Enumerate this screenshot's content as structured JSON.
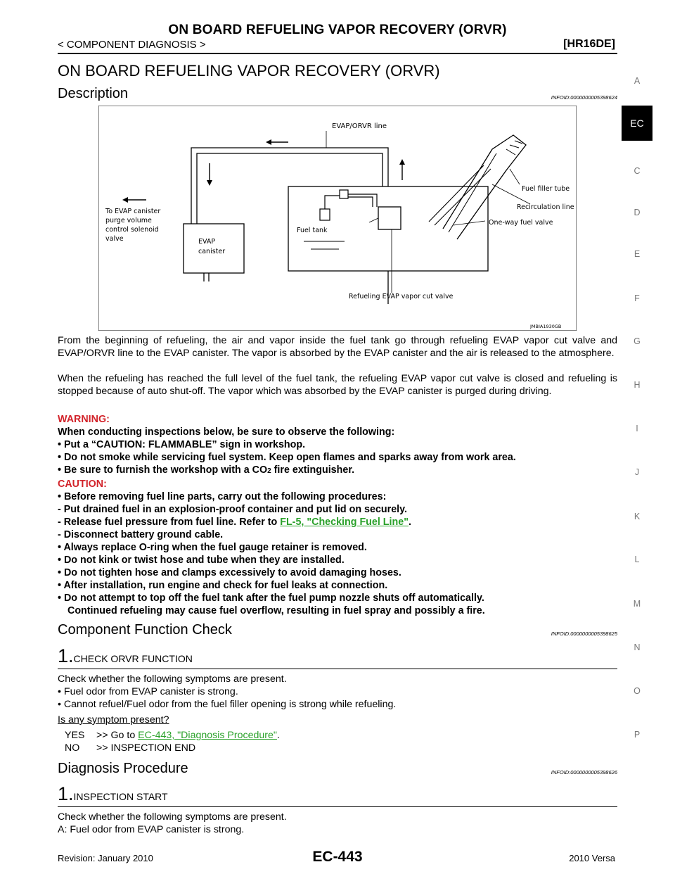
{
  "header": {
    "title": "ON BOARD REFUELING VAPOR RECOVERY (ORVR)",
    "subtitle": "< COMPONENT DIAGNOSIS >",
    "engine": "[HR16DE]"
  },
  "page_title": "ON BOARD REFUELING VAPOR RECOVERY (ORVR)",
  "description": {
    "heading": "Description",
    "infoid": "INFOID:0000000005398624",
    "paragraph1": "From the beginning of refueling, the air and vapor inside the fuel tank go through refueling EVAP vapor cut valve and EVAP/ORVR line to the EVAP canister. The vapor is absorbed by the EVAP canister and the air is released to the atmosphere.",
    "paragraph2": "When the refueling has reached the full level of the fuel tank, the refueling EVAP vapor cut valve is closed and refueling is stopped because of auto shut-off. The vapor which was absorbed by the EVAP canister is purged during driving."
  },
  "diagram": {
    "labels": {
      "evap_orvr_line": "EVAP/ORVR line",
      "fuel_filler_tube": "Fuel filler tube",
      "recirculation_line": "Recirculation line",
      "one_way_fuel_valve": "One-way fuel valve",
      "to_evap_1": "To EVAP canister",
      "to_evap_2": "purge volume",
      "to_evap_3": "control solenoid",
      "to_evap_4": "valve",
      "fuel_tank": "Fuel tank",
      "evap_canister_1": "EVAP",
      "evap_canister_2": "canister",
      "refueling_valve": "Refueling EVAP vapor cut valve",
      "figure_id": "JMBIA1930GB"
    }
  },
  "warning": {
    "label": "WARNING:",
    "intro": "When conducting inspections below, be sure to observe the following:",
    "items": [
      "• Put a “CAUTION: FLAMMABLE” sign in workshop.",
      "• Do not smoke while servicing fuel system. Keep open flames and sparks away from work area.",
      "• Be sure to furnish the workshop with a CO",
      "2",
      " fire extinguisher."
    ]
  },
  "caution": {
    "label": "CAUTION:",
    "items": [
      "• Before removing fuel line parts, carry out the following procedures:",
      "- Put drained fuel in an explosion-proof container and put lid on securely.",
      "- Release fuel pressure from fuel line. Refer to ",
      "FL-5, \"Checking Fuel Line\"",
      ".",
      "- Disconnect battery ground cable.",
      "• Always replace O-ring when the fuel gauge retainer is removed.",
      "• Do not kink or twist hose and tube when they are installed.",
      "• Do not tighten hose and clamps excessively to avoid damaging hoses.",
      "• After installation, run engine and check for fuel leaks at connection.",
      "• Do not attempt to top off the fuel tank after the fuel pump nozzle shuts off automatically.",
      "Continued refueling may cause fuel overflow, resulting in fuel spray and possibly a fire."
    ]
  },
  "cfc": {
    "heading": "Component Function Check",
    "infoid": "INFOID:0000000005398625",
    "step_num": "1.",
    "step_label": "CHECK ORVR FUNCTION",
    "intro": "Check whether the following symptoms are present.",
    "b1": "• Fuel odor from EVAP canister is strong.",
    "b2": "• Cannot refuel/Fuel odor from the fuel filler opening is strong while refueling.",
    "question": "Is any symptom present?",
    "yes_label": "YES",
    "yes_text": ">> Go to ",
    "yes_link": "EC-443, \"Diagnosis Procedure\"",
    "yes_end": ".",
    "no_label": "NO",
    "no_text": ">> INSPECTION END"
  },
  "dp": {
    "heading": "Diagnosis Procedure",
    "infoid": "INFOID:0000000005398626",
    "step_num": "1.",
    "step_label": "INSPECTION START",
    "intro": "Check whether the following symptoms are present.",
    "a": "A: Fuel odor from EVAP canister is strong."
  },
  "tabs": [
    "A",
    "EC",
    "C",
    "D",
    "E",
    "F",
    "G",
    "H",
    "I",
    "J",
    "K",
    "L",
    "M",
    "N",
    "O",
    "P"
  ],
  "footer": {
    "revision": "Revision: January 2010",
    "page": "EC-443",
    "model": "2010 Versa"
  },
  "colors": {
    "warning_red": "#d2232a",
    "link_green": "#2aa12a"
  }
}
